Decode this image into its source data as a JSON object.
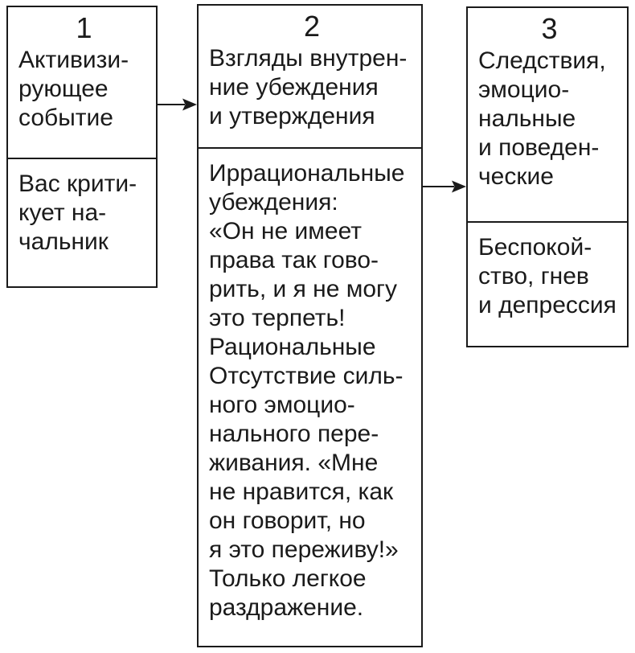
{
  "boxes": [
    {
      "number": "1",
      "title": "Активизи-\nрующее\nсобытие",
      "example": "Вас крити-\nкует на-\nчальник"
    },
    {
      "number": "2",
      "title": "Взгляды внутрен-\nние убеждения\nи утверждения",
      "example": "Иррациональные\nубеждения:\n«Он не имеет\nправа так гово-\nрить, и я не могу\nэто терпеть!\nРациональные\nОтсутствие силь-\nного эмоцио-\nнального пере-\nживания. «Мне\nне нравится, как\nон говорит, но\nя это переживу!»\nТолько легкое\nраздражение."
    },
    {
      "number": "3",
      "title": "Следствия,\nэмоцио-\nнальные\nи поведен-\nческие",
      "example": "Беспокой-\nство, гнев\nи депрессия"
    }
  ],
  "icons": {
    "arrow_1_to_2": "right-arrow",
    "arrow_2_to_3": "right-arrow"
  },
  "colors": {
    "ink": "#1a1a1a",
    "background": "#ffffff"
  }
}
